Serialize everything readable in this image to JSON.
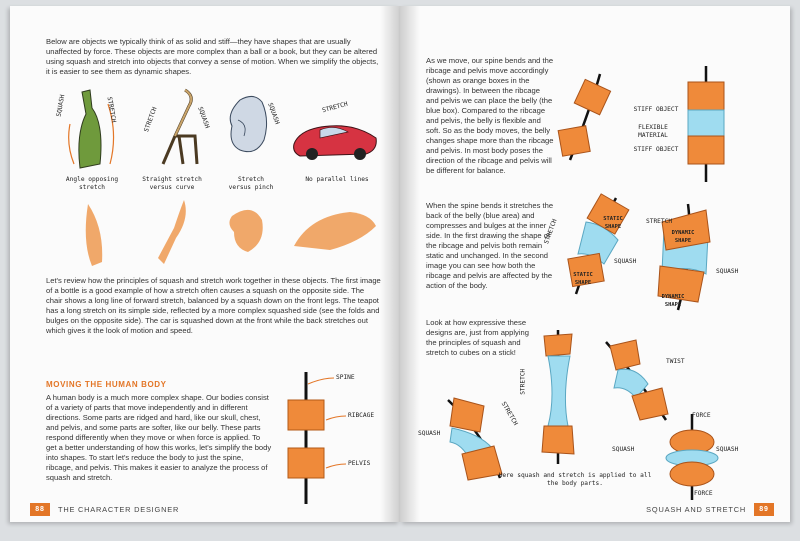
{
  "left_page": {
    "intro_paragraph": "Below are objects we typically think of as solid and stiff—they have shapes that are usually unaffected by force. These objects are more complex than a ball or a book, but they can be altered using squash and stretch into objects that convey a sense of motion. When we simplify the objects, it is easier to see them as dynamic shapes.",
    "labels": {
      "bottle_squash": "SQUASH",
      "bottle_stretch": "STRETCH",
      "chair_stretch_left": "STRETCH",
      "chair_squash": "SQUASH",
      "teapot_squash": "SQUASH",
      "car_stretch": "STRETCH"
    },
    "captions": [
      "Angle opposing stretch",
      "Straight stretch versus curve",
      "Stretch versus pinch",
      "No parallel lines"
    ],
    "review_paragraph": "Let's review how the principles of squash and stretch work together in these objects. The first image of a bottle is a good example of how a stretch often causes a squash on the opposite side. The chair shows a long line of forward stretch, balanced by a squash down on the front legs. The teapot has a long stretch on its simple side, reflected by a more complex squashed side (see the folds and bulges on the opposite side). The car is squashed down at the front while the back stretches out which gives it the look of motion and speed.",
    "section_heading": "MOVING THE HUMAN BODY",
    "body_paragraph": "A human body is a much more complex shape. Our bodies consist of a variety of parts that move independently and in different directions. Some parts are ridged and hard, like our skull, chest, and pelvis, and some parts are softer, like our belly. These parts respond differently when they move or when force is applied. To get a better understanding of how this works, let's simplify the body into shapes. To start let's reduce the body to just the spine, ribcage, and pelvis. This makes it easier to analyze the process of squash and stretch.",
    "diagram_labels": {
      "spine": "SPINE",
      "ribcage": "RIBCAGE",
      "pelvis": "PELVIS"
    },
    "footer": {
      "page_number": "88",
      "title": "THE CHARACTER DESIGNER"
    }
  },
  "right_page": {
    "paragraph_1": "As we move, our spine bends and the ribcage and pelvis move accordingly (shown as orange boxes in the drawings). In between the ribcage and pelvis we can place the belly (the blue box). Compared to the ribcage and pelvis, the belly is flexible and soft. So as the body moves, the belly changes shape more than the ribcage and pelvis. In most body poses the direction of the ribcage and pelvis will be different for balance.",
    "paragraph_2": "When the spine bends it stretches the back of the belly (blue area) and compresses and bulges at the inner side. In the first drawing the shape of the ribcage and pelvis both remain static and unchanged. In the second image you can see how both the ribcage and pelvis are affected by the action of the body.",
    "paragraph_3": "Look at how expressive these designs are, just from applying the principles of squash and stretch to cubes on a stick!",
    "stiff_labels": {
      "stiff_top": "STIFF OBJECT",
      "flexible": "FLEXIBLE MATERIAL",
      "stiff_bottom": "STIFF OBJECT"
    },
    "bend_labels": {
      "static_top": "STATIC SHAPE",
      "static_bottom": "STATIC SHAPE",
      "stretch_left": "STRETCH",
      "squash_left": "SQUASH",
      "dynamic_top": "DYNAMIC SHAPE",
      "dynamic_bottom": "DYNAMIC SHAPE",
      "stretch_right": "STRETCH",
      "squash_right": "SQUASH"
    },
    "bottom_labels": {
      "stretch_a": "STRETCH",
      "stretch_b": "STRETCH",
      "squash_a": "SQUASH",
      "twist": "TWIST",
      "force_top": "FORCE",
      "squash_b": "SQUASH",
      "squash_c": "SQUASH",
      "force_bottom": "FORCE"
    },
    "bottom_caption": "Here squash and stretch is applied to all the body parts.",
    "footer": {
      "page_number": "89",
      "title": "SQUASH AND STRETCH"
    }
  },
  "colors": {
    "accent_orange": "#e37627",
    "box_orange": "#ef8a3a",
    "box_dark": "#c9611c",
    "belly_blue": "#8fd6ec"
  }
}
